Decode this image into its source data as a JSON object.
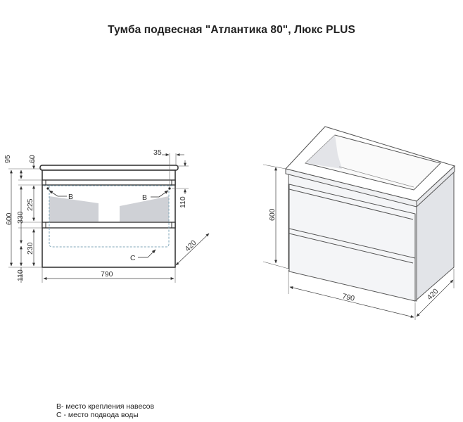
{
  "title": "Тумба подвесная \"Атлантика 80\", Люкс PLUS",
  "front_view": {
    "dimensions": {
      "total_height": "600",
      "top_offset": "95",
      "top_thickness": "60",
      "upper_section": "330",
      "upper_drawer_opening": "225",
      "lower_section": "230",
      "bottom_offset": "110",
      "width": "790",
      "side_offset": "35",
      "right_height": "110",
      "depth": "420"
    },
    "markers": {
      "b_left": "B",
      "b_right": "B",
      "c": "C"
    }
  },
  "iso_view": {
    "dimensions": {
      "height": "600",
      "width": "790",
      "depth": "420"
    }
  },
  "legend": {
    "b": "В- место крепления навесов",
    "c": "С - место подвода воды"
  },
  "colors": {
    "line": "#2b2b2b",
    "dim_line": "#555555",
    "shade": "#cfd1d6",
    "dashed": "#7fa6b8",
    "cabinet_face": "#f4f5f7",
    "cabinet_side": "#e2e4e8"
  }
}
